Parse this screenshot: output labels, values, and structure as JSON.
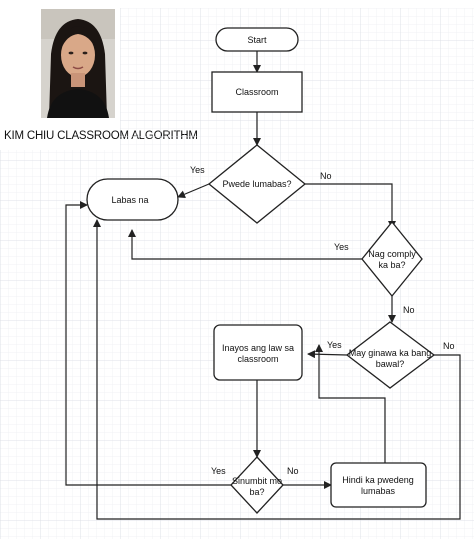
{
  "caption": "KIM CHIU CLASSROOM ALGORITHM",
  "nodes": {
    "start": "Start",
    "classroom": "Classroom",
    "labas_na": "Labas na",
    "pwede_lumabas": "Pwede lumabas?",
    "nag_comply_1": "Nag comply",
    "nag_comply_2": "ka ba?",
    "may_ginawa_1": "May ginawa ka bang",
    "may_ginawa_2": "bawal?",
    "inayos_1": "Inayos ang law sa",
    "inayos_2": "classroom",
    "sinumbit_1": "Sinumbit mo",
    "sinumbit_2": "ba?",
    "hindi_1": "Hindi ka pwedeng",
    "hindi_2": "lumabas"
  },
  "edge_labels": {
    "yes_pwede": "Yes",
    "no_pwede": "No",
    "yes_comply": "Yes",
    "no_comply": "No",
    "yes_ginawa": "Yes",
    "no_ginawa": "No",
    "yes_sinumbit": "Yes",
    "no_sinumbit": "No"
  },
  "colors": {
    "stroke": "#222222",
    "grid": "#d9dde3",
    "fill": "#ffffff"
  }
}
